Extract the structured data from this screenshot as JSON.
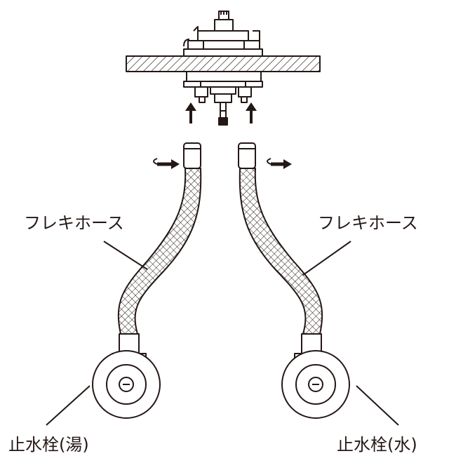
{
  "labels": {
    "hose_left": "フレキホース",
    "hose_right": "フレキホース",
    "valve_left": "止水栓(湯)",
    "valve_right": "止水栓(水)"
  },
  "colors": {
    "line": "#231815",
    "background": "#ffffff",
    "fill": "#ffffff"
  }
}
